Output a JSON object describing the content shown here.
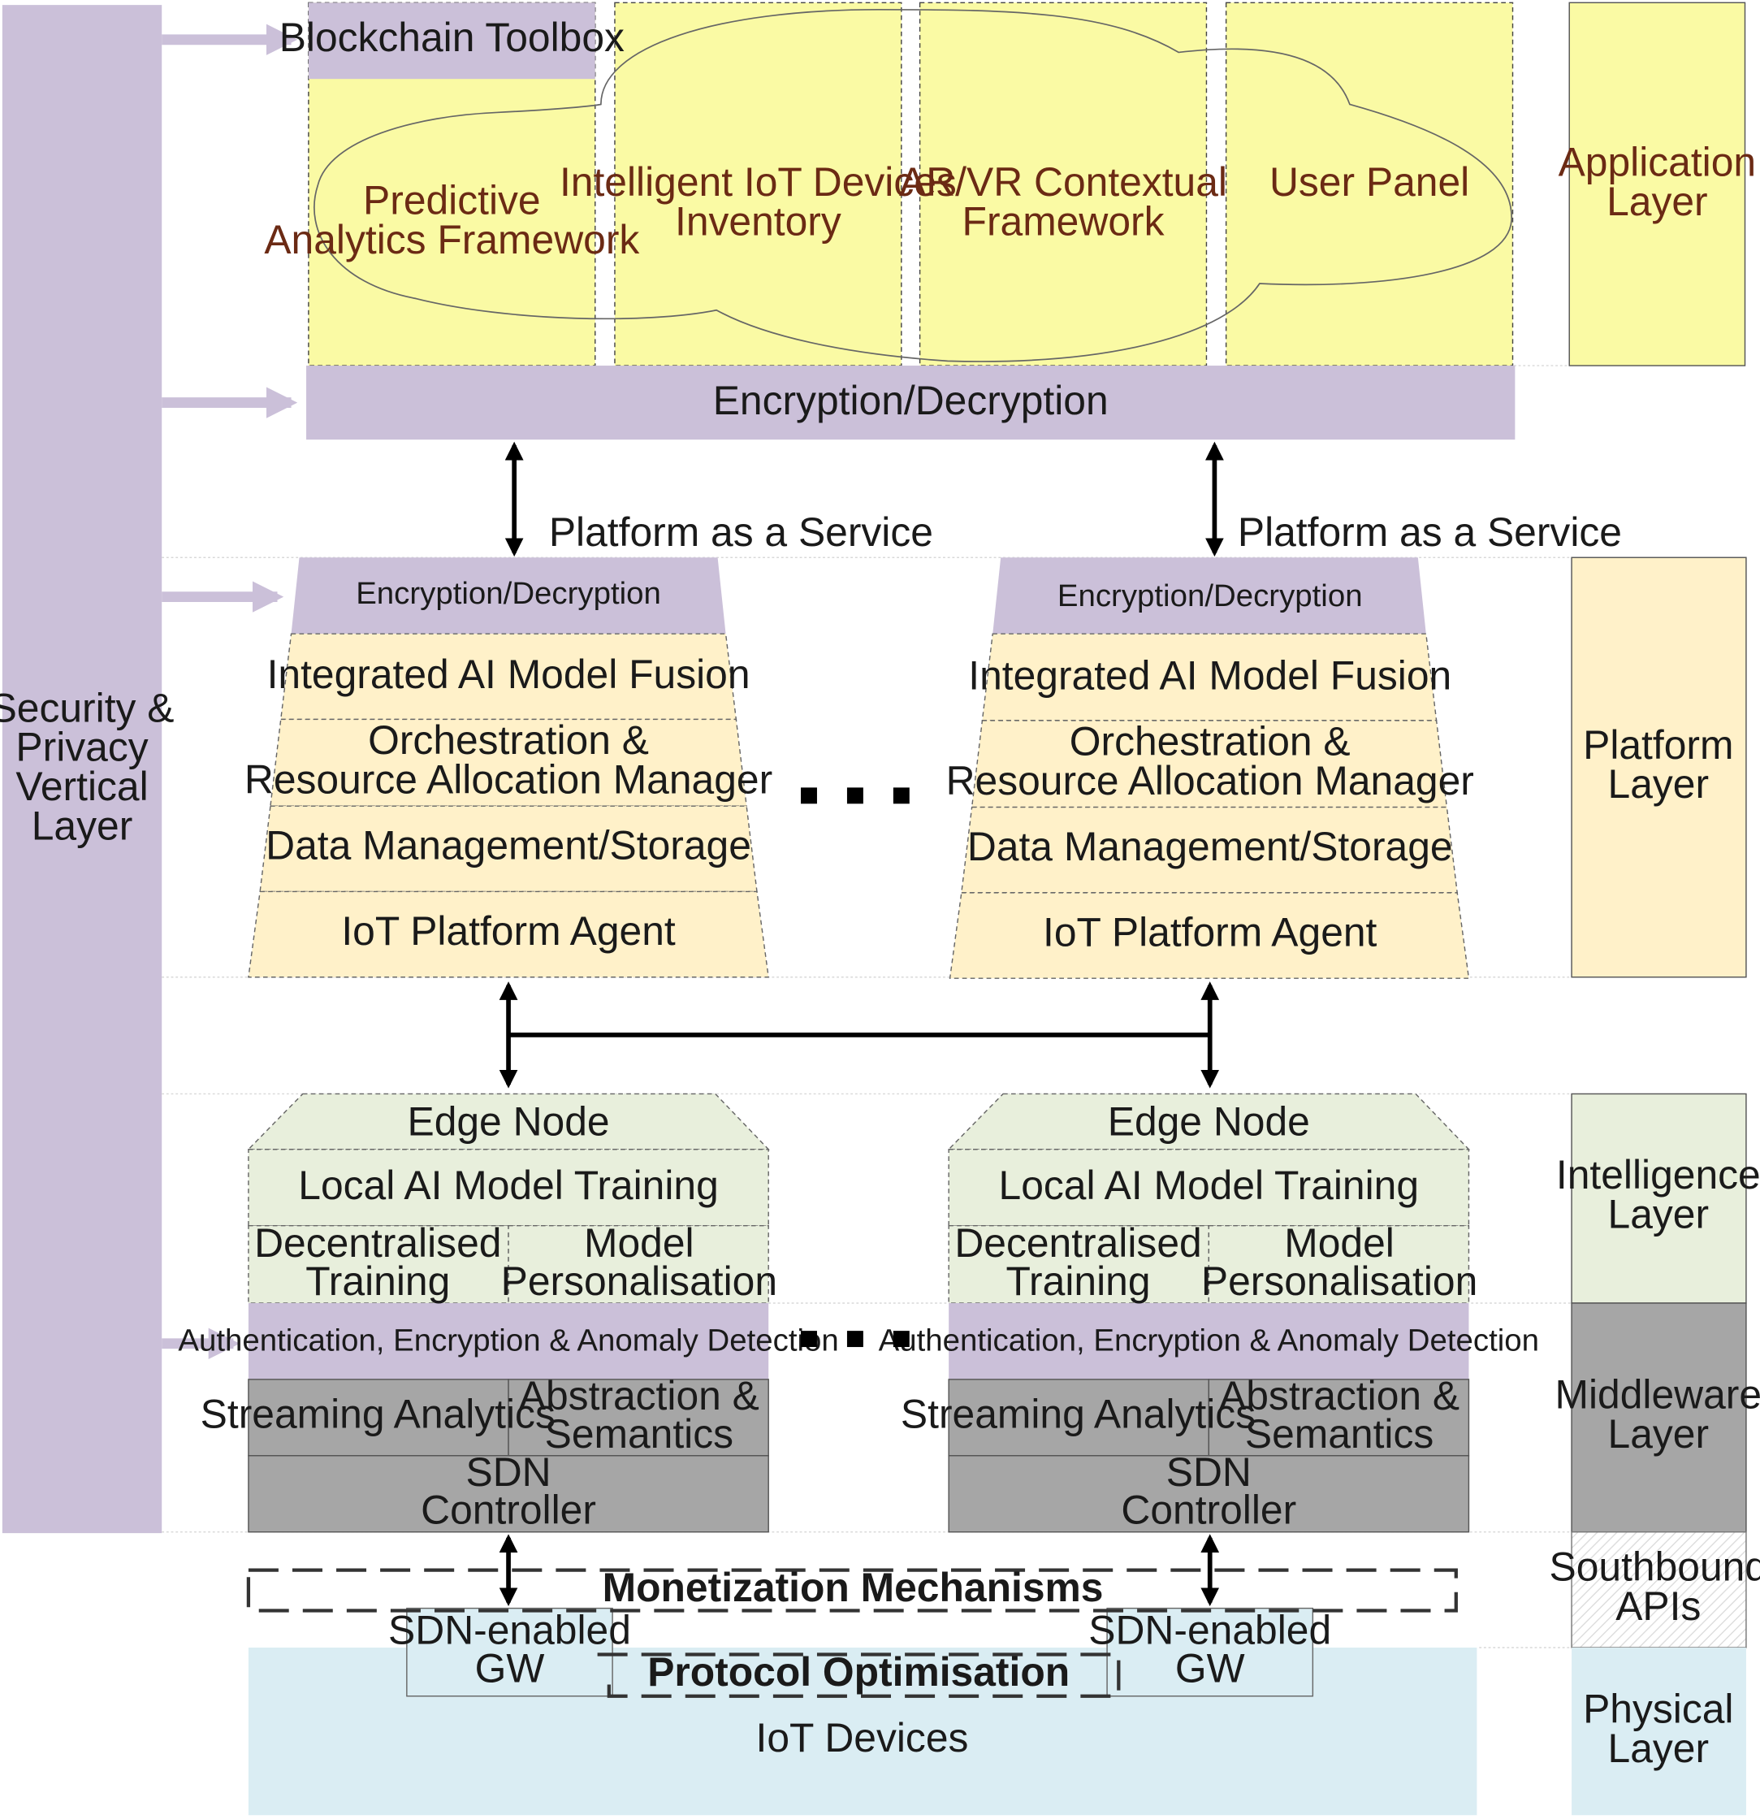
{
  "colors": {
    "security": "#cbc0d9",
    "application": "#fafaa4",
    "platform": "#fff1c9",
    "intelligence": "#e8efdc",
    "middleware": "#a6a6a6",
    "physical": "#daedf3",
    "arrow": "#000000",
    "light_arrow": "#cbc0d9"
  },
  "security_layer": {
    "line1": "Security &",
    "line2": "Privacy",
    "line3": "Vertical",
    "line4": "Layer"
  },
  "layers": {
    "application": {
      "line1": "Application",
      "line2": "Layer"
    },
    "platform": {
      "line1": "Platform",
      "line2": "Layer"
    },
    "intelligence": {
      "line1": "Intelligence",
      "line2": "Layer"
    },
    "middleware": {
      "line1": "Middleware",
      "line2": "Layer"
    },
    "southbound": {
      "line1": "Southbound",
      "line2": "APIs"
    },
    "physical": {
      "line1": "Physical",
      "line2": "Layer"
    }
  },
  "application": {
    "blockchain_toolbox": "Blockchain Toolbox",
    "predictive": {
      "line1": "Predictive",
      "line2": "Analytics Framework"
    },
    "inventory": {
      "line1": "Intelligent IoT Devices",
      "line2": "Inventory"
    },
    "arvr": {
      "line1": "AR/VR Contextual",
      "line2": "Framework"
    },
    "user_panel": "User Panel",
    "encryption": "Encryption/Decryption"
  },
  "paas_label": "Platform as a Service",
  "platform_stack": {
    "encryption": "Encryption/Decryption",
    "fusion": "Integrated AI Model Fusion",
    "orchestration": {
      "line1": "Orchestration &",
      "line2": "Resource Allocation Manager"
    },
    "data_mgmt": "Data Management/Storage",
    "agent": "IoT Platform Agent"
  },
  "edge_node": {
    "title": "Edge Node",
    "local_training": "Local AI Model Training",
    "decentralised": {
      "line1": "Decentralised",
      "line2": "Training"
    },
    "personalisation": {
      "line1": "Model",
      "line2": "Personalisation"
    },
    "auth": "Authentication, Encryption & Anomaly Detection",
    "streaming": "Streaming Analytics",
    "abstraction": {
      "line1": "Abstraction &",
      "line2": "Semantics"
    },
    "sdn": {
      "line1": "SDN",
      "line2": "Controller"
    }
  },
  "monetization": "Monetization Mechanisms",
  "gateway": {
    "line1": "SDN-enabled",
    "line2": "GW"
  },
  "protocol": "Protocol Optimisation",
  "iot_devices": "IoT Devices"
}
